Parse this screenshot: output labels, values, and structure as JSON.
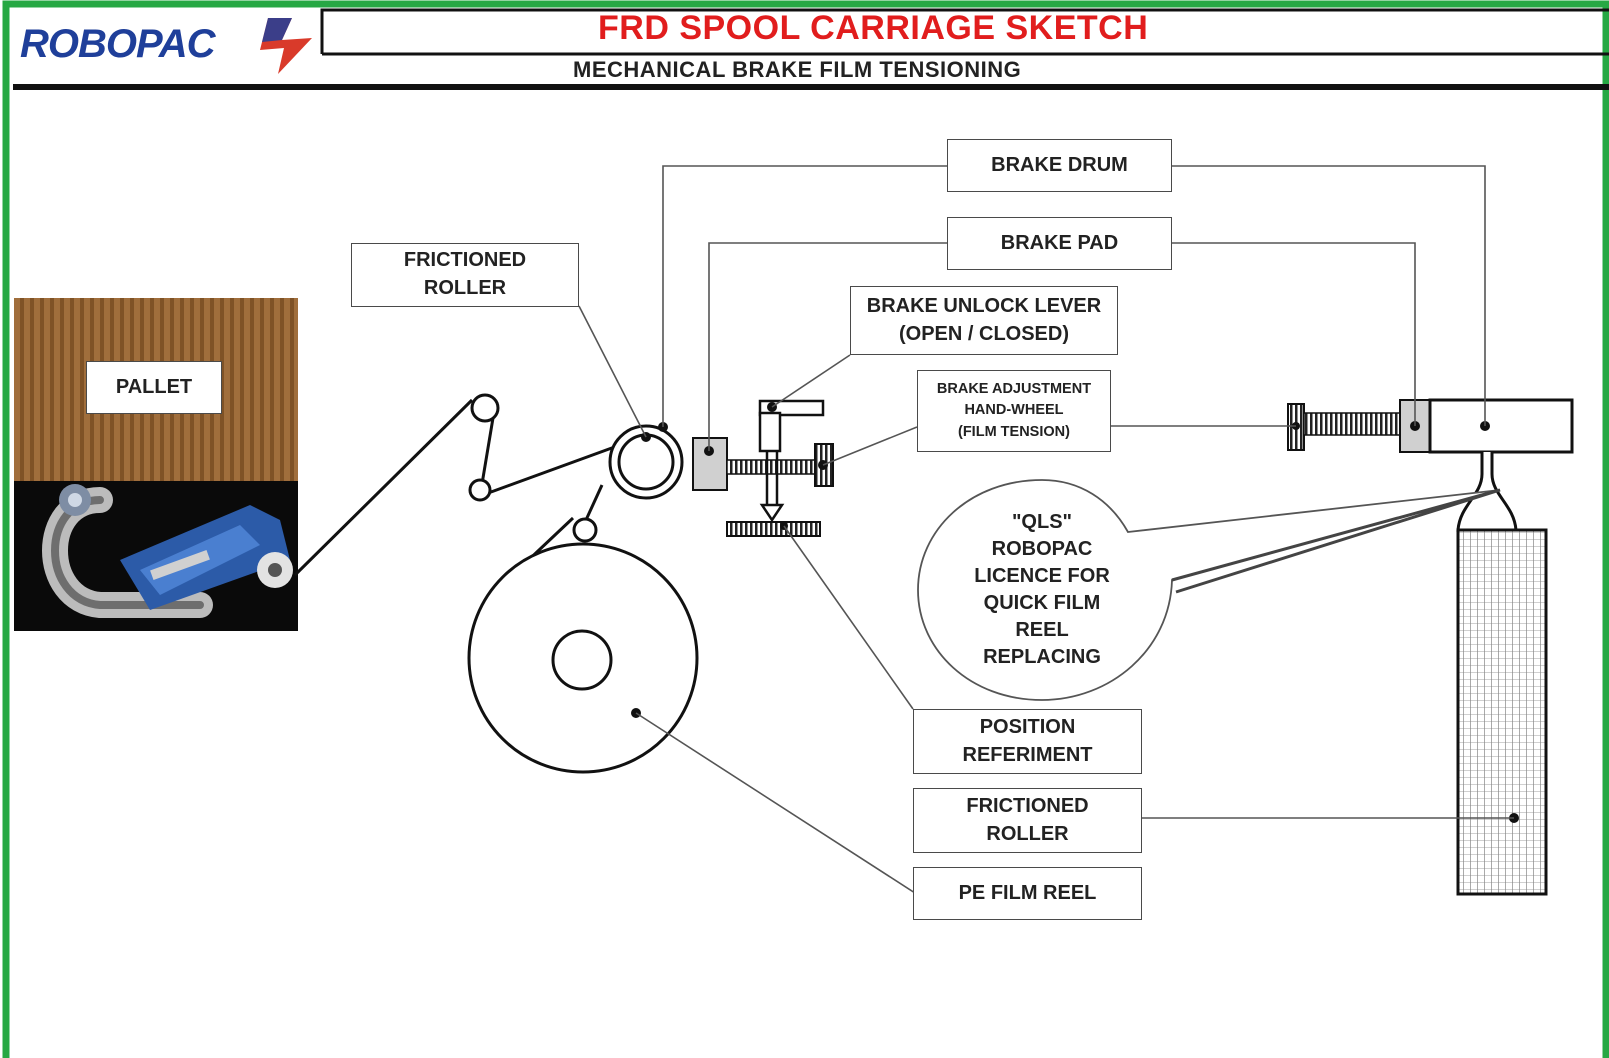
{
  "header": {
    "logo": "ROBOPAC",
    "title": "FRD SPOOL CARRIAGE SKETCH",
    "subtitle": "MECHANICAL BRAKE FILM TENSIONING"
  },
  "labels": {
    "pallet": "PALLET",
    "frictioned_roller_top": [
      "FRICTIONED",
      "ROLLER"
    ],
    "brake_drum": "BRAKE DRUM",
    "brake_pad": "BRAKE PAD",
    "brake_unlock_lever": [
      "BRAKE UNLOCK LEVER",
      "(OPEN / CLOSED)"
    ],
    "brake_adjustment": [
      "BRAKE ADJUSTMENT",
      "HAND-WHEEL",
      "(FILM TENSION)"
    ],
    "qls": [
      "\"QLS\"",
      "ROBOPAC",
      "LICENCE FOR",
      "QUICK FILM",
      "REEL",
      "REPLACING"
    ],
    "position_referiment": [
      "POSITION",
      "REFERIMENT"
    ],
    "frictioned_roller_bottom": [
      "FRICTIONED",
      "ROLLER"
    ],
    "pe_film_reel": "PE FILM REEL"
  },
  "colors": {
    "frame_border": "#27a844",
    "title_red": "#e11d1d",
    "logo_blue": "#1f3f9a",
    "logo_bolt": "#d93a2a",
    "pallet_wood": "#9a6a38",
    "turntable_blue": "#2c5ba8"
  }
}
